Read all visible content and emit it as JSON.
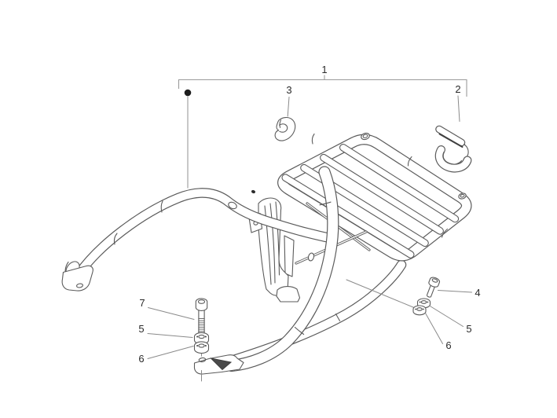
{
  "diagram": {
    "background": "#ffffff",
    "line_color": "#5b5b5b",
    "callout_color": "#2a2a2a",
    "callouts": {
      "part1": "1",
      "part2": "2",
      "part3": "3",
      "part4": "4",
      "part5_left": "5",
      "part5_right": "5",
      "part6_left": "6",
      "part6_right": "6",
      "part7": "7"
    }
  }
}
